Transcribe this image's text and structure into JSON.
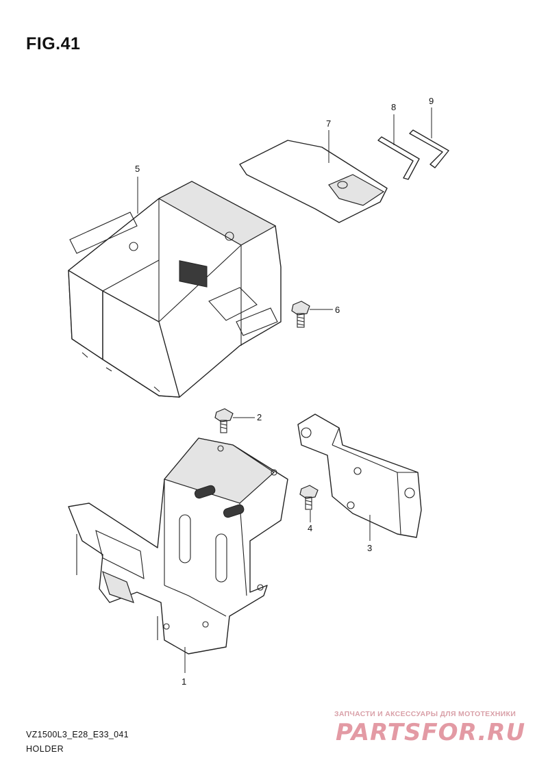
{
  "figure": {
    "title": "FIG.41",
    "code": "VZ1500L3_E28_E33_041",
    "caption": "HOLDER"
  },
  "callouts": [
    "1",
    "2",
    "3",
    "4",
    "5",
    "6",
    "7",
    "8",
    "9"
  ],
  "watermark": {
    "tagline": "ЗАПЧАСТИ И АКСЕССУАРЫ ДЛЯ МОТОТЕХНИКИ",
    "logo": "PARTSFOR.RU",
    "color": "#e39aa4"
  }
}
